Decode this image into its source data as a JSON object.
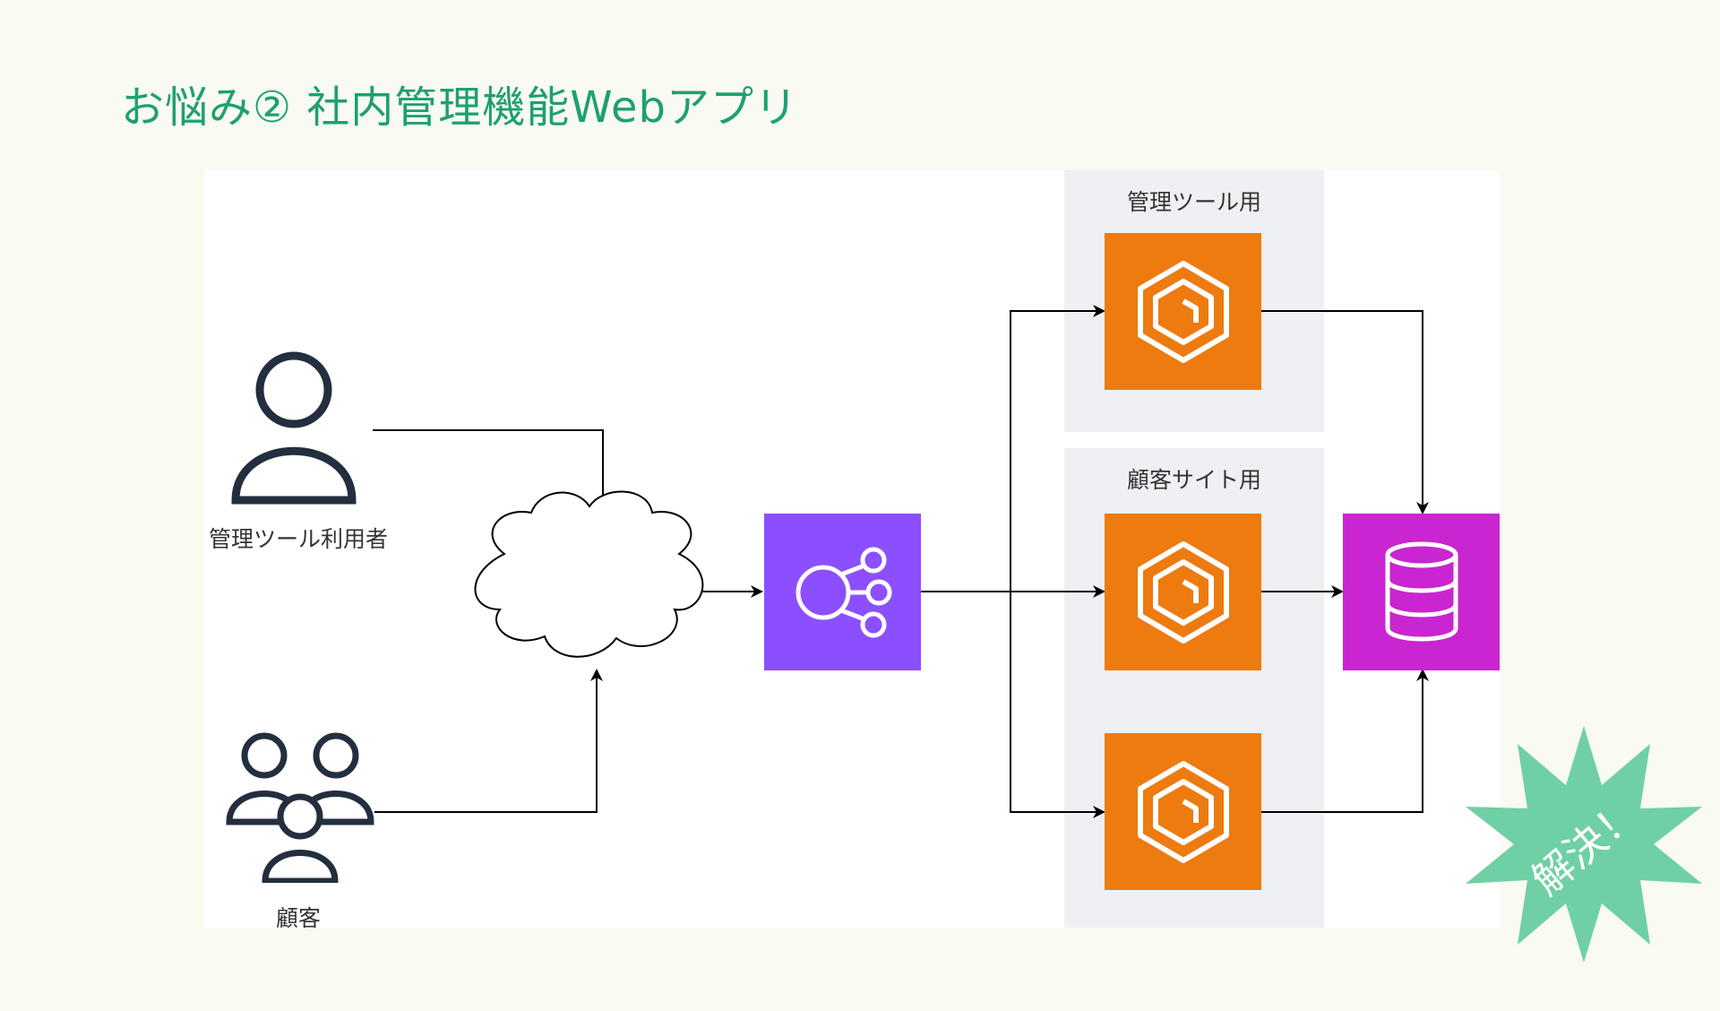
{
  "slide": {
    "title": "お悩み② 社内管理機能Webアプリ"
  },
  "diagram": {
    "actors": {
      "admin_user": {
        "label": "管理ツール利用者",
        "icon": "user-icon"
      },
      "customers": {
        "label": "顧客",
        "icon": "users-group-icon"
      }
    },
    "internet": {
      "icon": "cloud-icon"
    },
    "load_balancer": {
      "icon": "load-balancer-icon",
      "color": "#8c4fff"
    },
    "groups": {
      "admin_tool": {
        "label": "管理ツール用",
        "services": 1
      },
      "customer_site": {
        "label": "顧客サイト用",
        "services": 2
      }
    },
    "container_service": {
      "icon": "ecs-icon",
      "color": "#ed7b10"
    },
    "database": {
      "icon": "database-icon",
      "color": "#c925d1"
    }
  },
  "badge": {
    "text": "解決！",
    "color": "#6fd0a5"
  },
  "colors": {
    "title": "#1ea070",
    "background": "#f9faf2",
    "group_background": "#eef0f3"
  }
}
